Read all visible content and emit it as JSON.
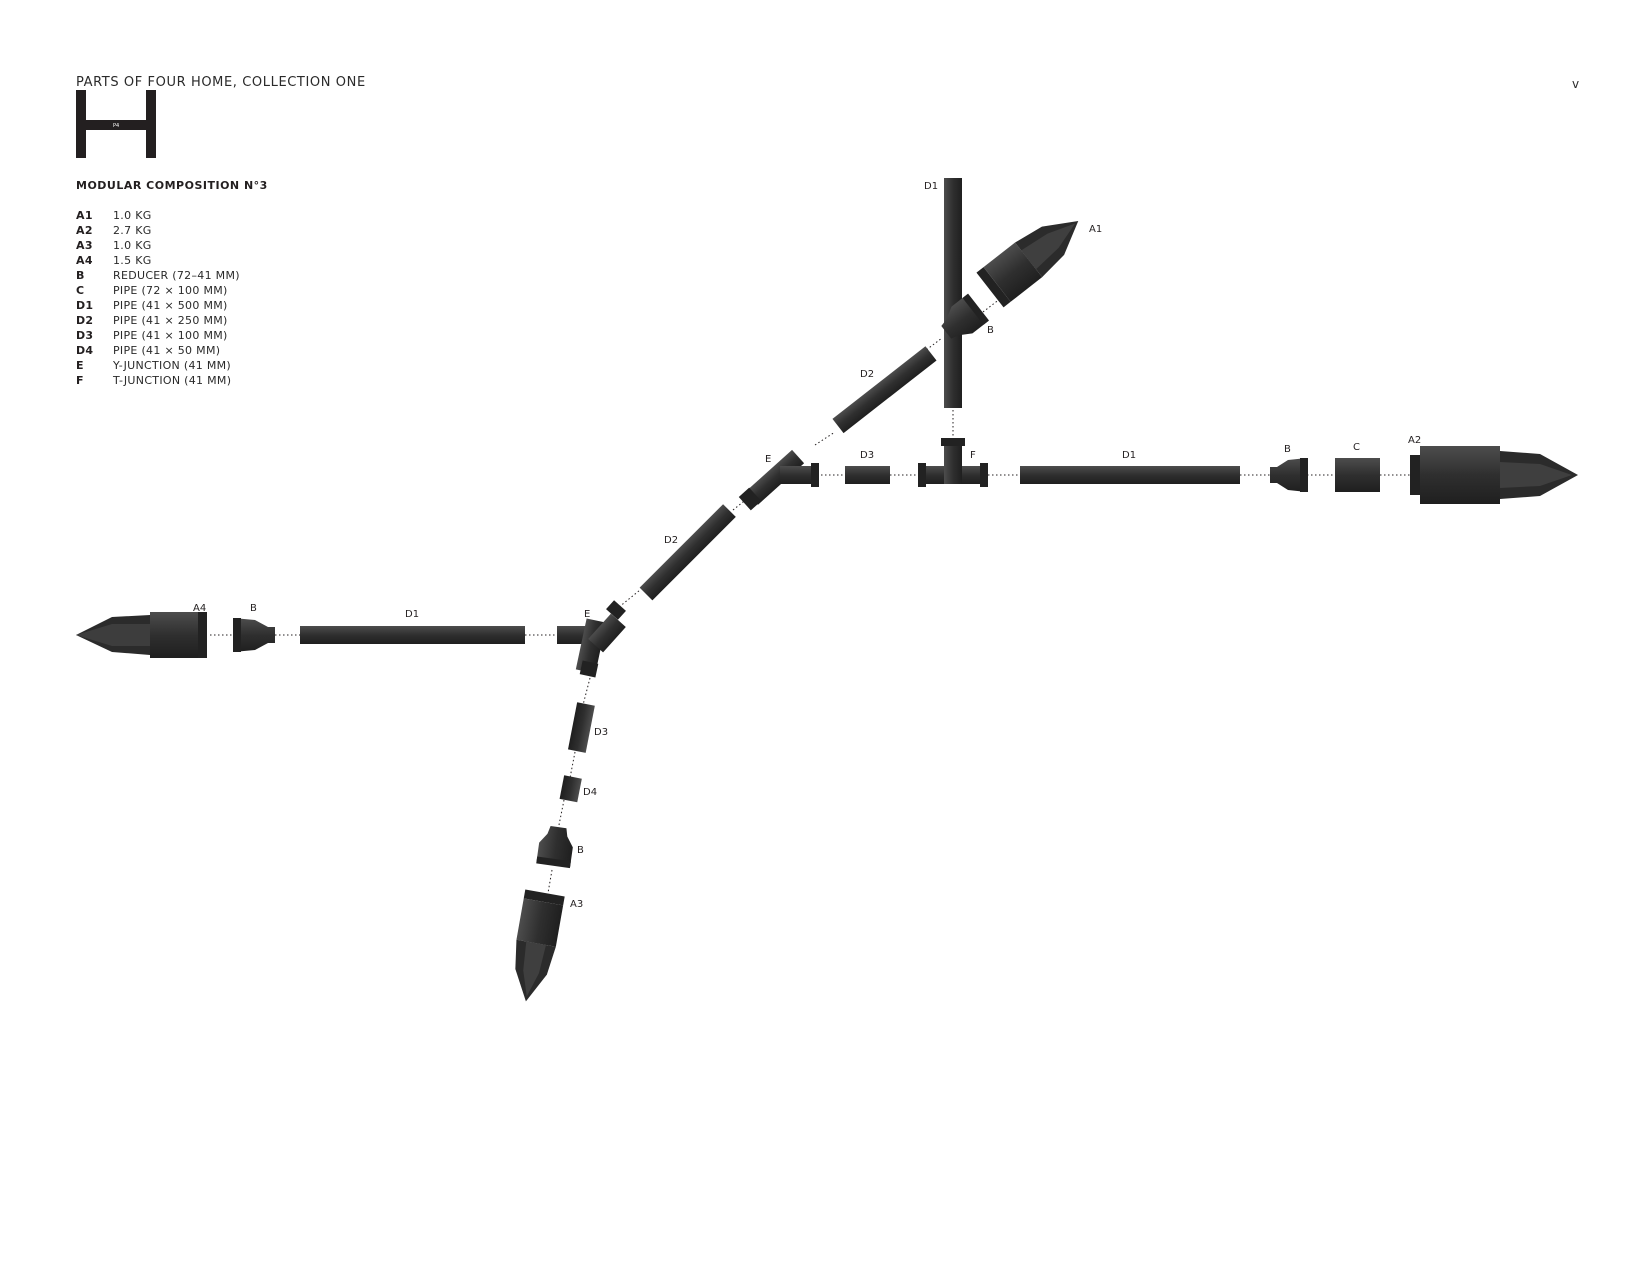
{
  "header": {
    "title": "PARTS OF FOUR HOME, COLLECTION ONE",
    "page_number": "v",
    "logo_text": "P4"
  },
  "composition_title": "MODULAR COMPOSITION N°3",
  "legend": [
    {
      "code": "A1",
      "desc": "1.0 KG"
    },
    {
      "code": "A2",
      "desc": "2.7 KG"
    },
    {
      "code": "A3",
      "desc": "1.0 KG"
    },
    {
      "code": "A4",
      "desc": "1.5 KG"
    },
    {
      "code": "B",
      "desc": "REDUCER (72–41 MM)"
    },
    {
      "code": "C",
      "desc": "PIPE (72 × 100 MM)"
    },
    {
      "code": "D1",
      "desc": "PIPE (41 × 500 MM)"
    },
    {
      "code": "D2",
      "desc": "PIPE (41 × 250 MM)"
    },
    {
      "code": "D3",
      "desc": "PIPE (41 × 100 MM)"
    },
    {
      "code": "D4",
      "desc": "PIPE (41 × 50 MM)"
    },
    {
      "code": "E",
      "desc": "Y-JUNCTION (41 MM)"
    },
    {
      "code": "F",
      "desc": "T-JUNCTION (41 MM)"
    }
  ],
  "diagram_labels": {
    "d1_top": "D1",
    "a1": "A1",
    "b_top": "B",
    "d2_upper": "D2",
    "e_upper": "E",
    "d3_center": "D3",
    "f": "F",
    "d1_right": "D1",
    "b_right": "B",
    "c": "C",
    "a2": "A2",
    "d2_lower": "D2",
    "a4": "A4",
    "b_left": "B",
    "d1_left": "D1",
    "e_lower": "E",
    "d3_lower": "D3",
    "d4": "D4",
    "b_bottom": "B",
    "a3": "A3"
  },
  "colors": {
    "part_fill": "#333333",
    "part_dark": "#222222",
    "part_light": "#4a4a4a",
    "text": "#231f20",
    "background": "#ffffff"
  }
}
